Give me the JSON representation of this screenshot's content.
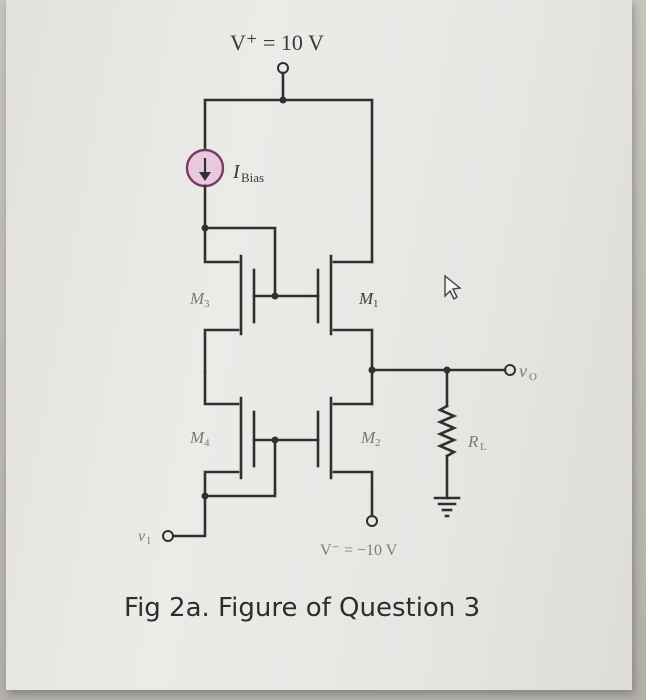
{
  "labels": {
    "v_plus": "V⁺ = 10 V",
    "i_bias_i": "I",
    "i_bias_sub": "Bias",
    "m1": "M",
    "m1_sub": "1",
    "m2": "M",
    "m2_sub": "2",
    "m3": "M",
    "m3_sub": "3",
    "m4": "M",
    "m4_sub": "4",
    "v_o": "v",
    "v_o_sub": "O",
    "v_i": "v",
    "v_i_sub": "I",
    "r_l": "R",
    "r_l_sub": "L",
    "v_minus": "V⁻ = −10 V"
  },
  "caption": "Fig 2a. Figure of Question 3",
  "colors": {
    "wire": "#303030",
    "source_fill": "#e9c9df",
    "source_stroke": "#7a3a66"
  }
}
